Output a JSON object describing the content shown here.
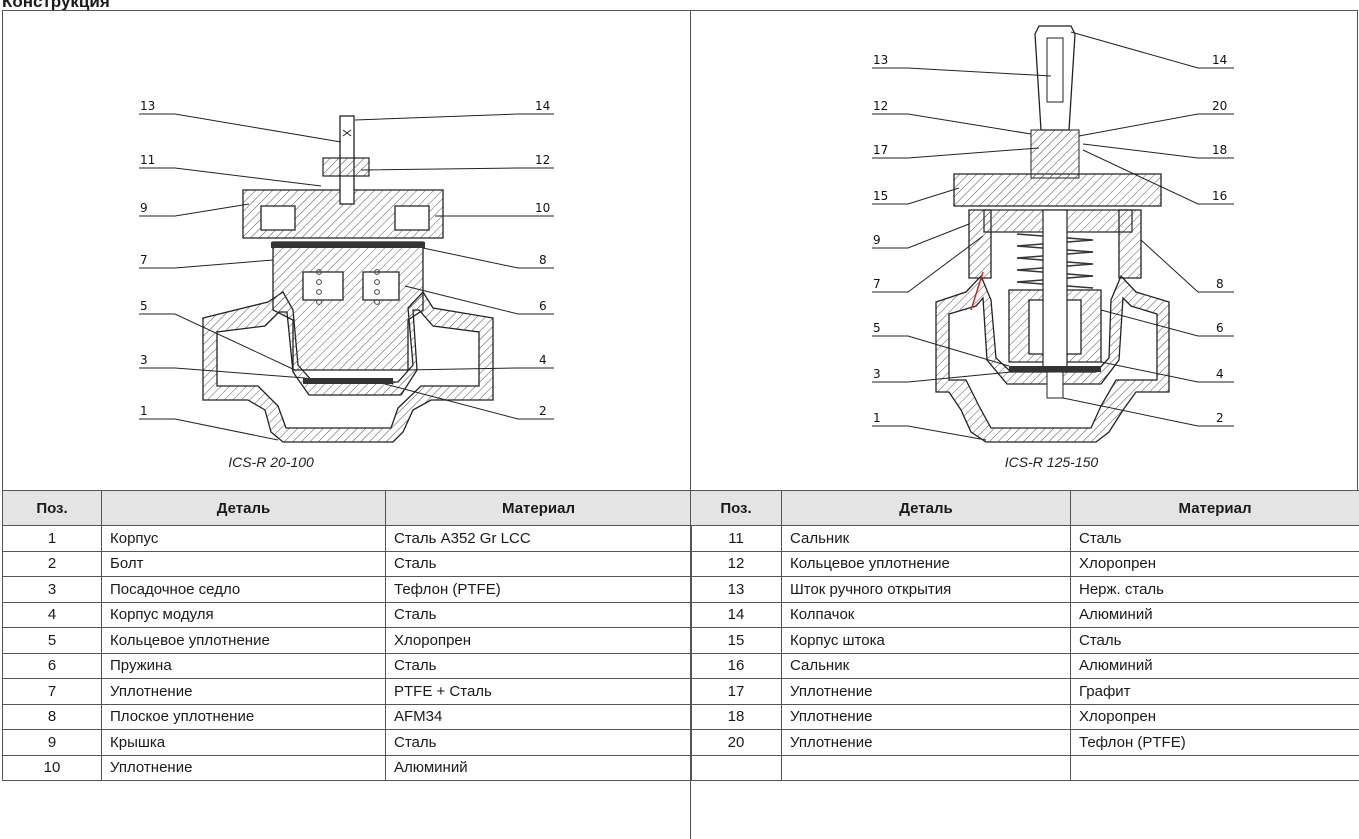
{
  "heading": "Конструкция",
  "left_drawing": {
    "caption": "ICS-R 20-100",
    "callouts_left": [
      "13",
      "11",
      "9",
      "7",
      "5",
      "3",
      "1"
    ],
    "callouts_right": [
      "14",
      "12",
      "10",
      "8",
      "6",
      "4",
      "2"
    ]
  },
  "right_drawing": {
    "caption": "ICS-R 125-150",
    "callouts_left": [
      "13",
      "12",
      "17",
      "15",
      "9",
      "7",
      "5",
      "3",
      "1"
    ],
    "callouts_right": [
      "14",
      "20",
      "18",
      "16",
      "8",
      "6",
      "4",
      "2"
    ]
  },
  "table_headers": {
    "pos": "Поз.",
    "part": "Деталь",
    "material": "Материал"
  },
  "left_table": [
    {
      "pos": "1",
      "part": "Корпус",
      "material": "Сталь A352 Gr LCC"
    },
    {
      "pos": "2",
      "part": "Болт",
      "material": "Сталь"
    },
    {
      "pos": "3",
      "part": "Посадочное седло",
      "material": "Тефлон (PTFE)"
    },
    {
      "pos": "4",
      "part": "Корпус модуля",
      "material": "Сталь"
    },
    {
      "pos": "5",
      "part": "Кольцевое уплотнение",
      "material": "Хлоропрен"
    },
    {
      "pos": "6",
      "part": "Пружина",
      "material": "Сталь"
    },
    {
      "pos": "7",
      "part": "Уплотнение",
      "material": "PTFE + Сталь"
    },
    {
      "pos": "8",
      "part": "Плоское уплотнение",
      "material": "AFM34"
    },
    {
      "pos": "9",
      "part": "Крышка",
      "material": "Сталь"
    },
    {
      "pos": "10",
      "part": "Уплотнение",
      "material": "Алюминий"
    }
  ],
  "right_table": [
    {
      "pos": "11",
      "part": "Сальник",
      "material": "Сталь"
    },
    {
      "pos": "12",
      "part": "Кольцевое уплотнение",
      "material": "Хлоропрен"
    },
    {
      "pos": "13",
      "part": "Шток ручного открытия",
      "material": "Нерж. сталь"
    },
    {
      "pos": "14",
      "part": "Колпачок",
      "material": "Алюминий"
    },
    {
      "pos": "15",
      "part": "Корпус штока",
      "material": "Сталь"
    },
    {
      "pos": "16",
      "part": "Сальник",
      "material": "Алюминий"
    },
    {
      "pos": "17",
      "part": "Уплотнение",
      "material": "Графит"
    },
    {
      "pos": "18",
      "part": "Уплотнение",
      "material": "Хлоропрен"
    },
    {
      "pos": "20",
      "part": "Уплотнение",
      "material": "Тефлон (PTFE)"
    },
    {
      "pos": "",
      "part": "",
      "material": ""
    }
  ]
}
